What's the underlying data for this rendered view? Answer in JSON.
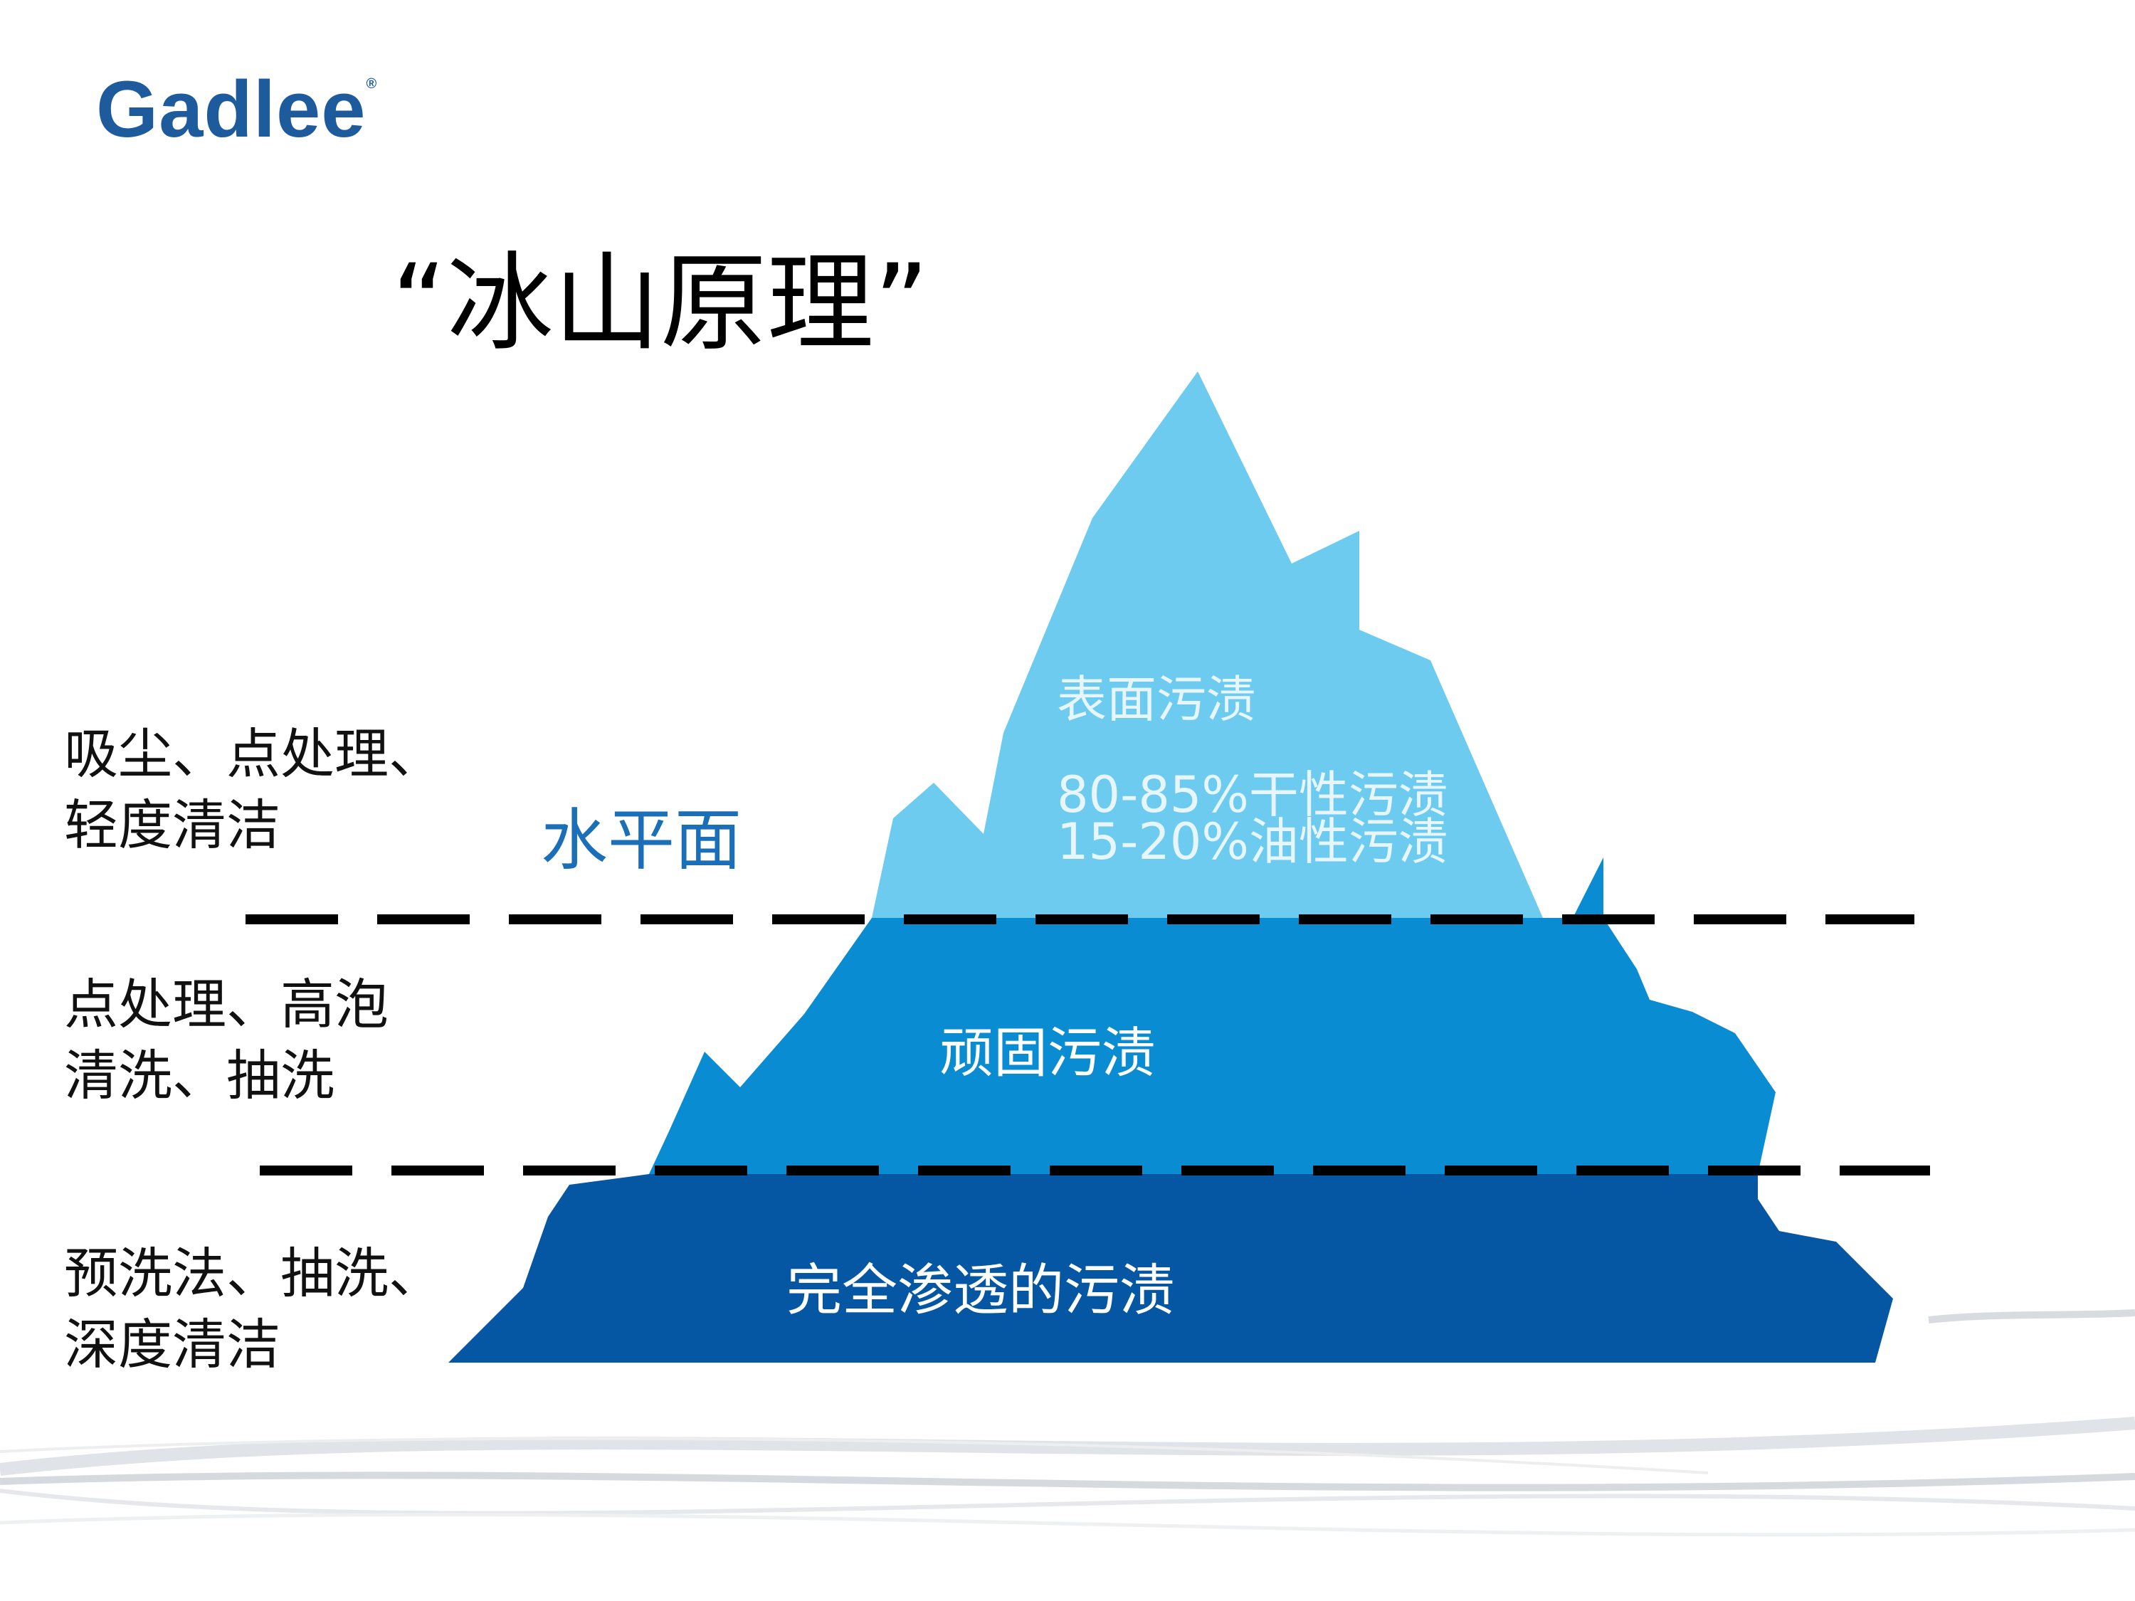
{
  "brand": {
    "logo_text": "Gadlee",
    "logo_mark": "®"
  },
  "title": "“冰山原理”",
  "water_level_label": "水平面",
  "layers": [
    {
      "name": "surface",
      "iceberg_heading": "表面污渍",
      "iceberg_detail_1": "80-85%干性污渍",
      "iceberg_detail_2": "15-20%油性污渍",
      "method": "吸尘、点处理、\n轻度清洁",
      "color": "#6ccbef"
    },
    {
      "name": "middle",
      "iceberg_heading": "顽固污渍",
      "method": "点处理、高泡\n清洗、抽洗",
      "color": "#0a8cd3"
    },
    {
      "name": "deep",
      "iceberg_heading": "完全渗透的污渍",
      "method": "预洗法、抽洗、\n深度清洁",
      "color": "#0557a4"
    }
  ],
  "colors": {
    "divider": "#000000",
    "logo": "#1e5b9c",
    "water_label": "#1b6fb8"
  }
}
